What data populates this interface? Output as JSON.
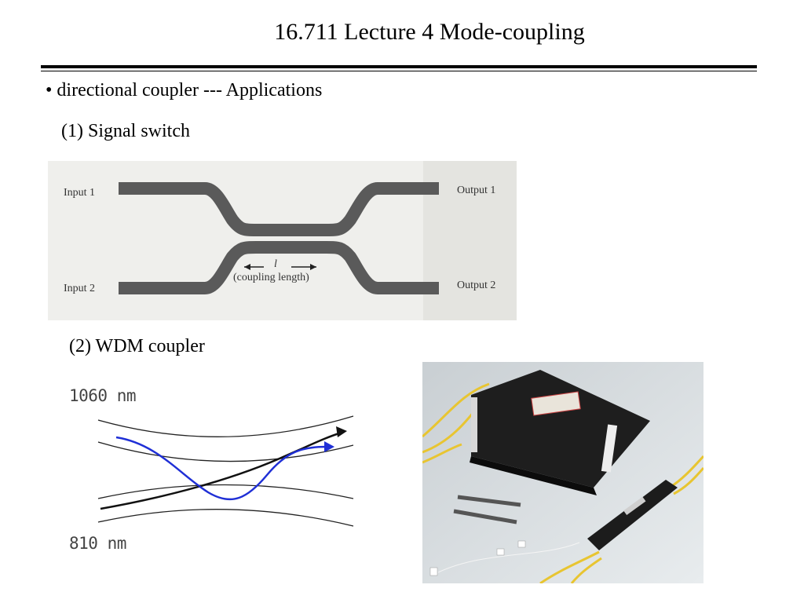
{
  "slide": {
    "title": "16.711 Lecture 4 Mode-coupling",
    "bullet": "• directional coupler --- Applications",
    "item1": "(1) Signal switch",
    "item2": "(2) WDM coupler"
  },
  "switch_figure": {
    "input1": "Input 1",
    "input2": "Input 2",
    "output1": "Output 1",
    "output2": "Output 2",
    "length_symbol": "l",
    "length_caption": "(coupling length)"
  },
  "wdm_figure": {
    "top_wavelength": "1060 nm",
    "bottom_wavelength": "810 nm"
  },
  "colors": {
    "waveguide": "#5a5a5a",
    "blue_ray": "#1f2fd6",
    "figure_bg": "#efefec"
  }
}
